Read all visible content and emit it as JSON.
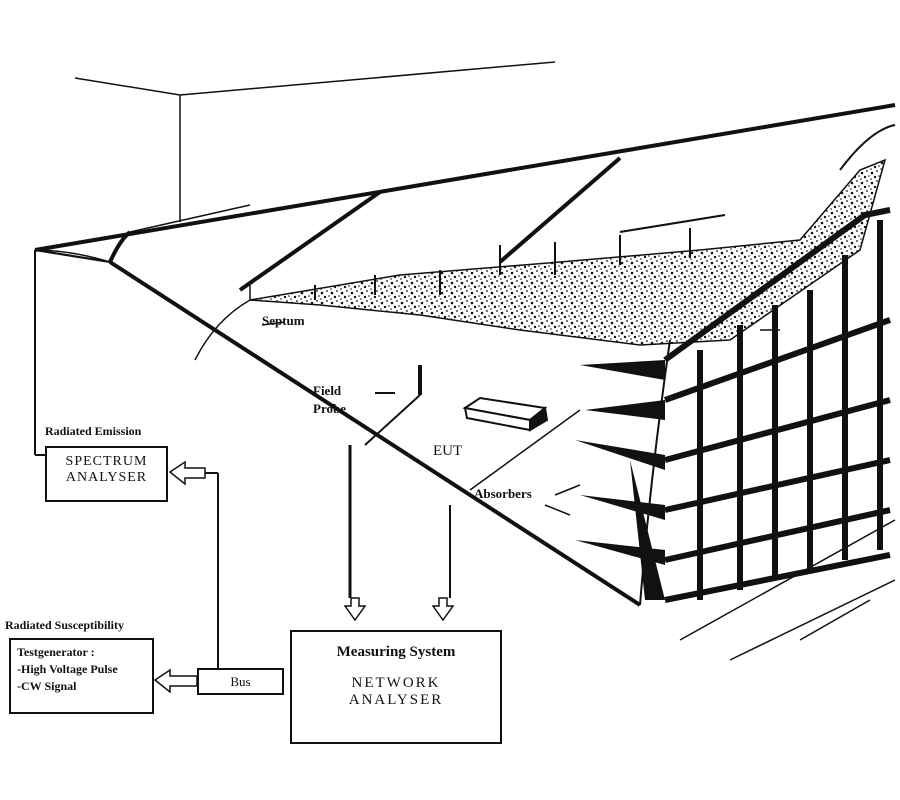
{
  "diagram": {
    "labels": {
      "septum": "Septum",
      "field_probe_1": "Field",
      "field_probe_2": "Probe",
      "eut": "EUT",
      "absorbers": "Absorbers",
      "radiated_emission": "Radiated Emission",
      "radiated_susceptibility": "Radiated Susceptibility"
    },
    "spectrum_analyser": {
      "line1": "SPECTRUM",
      "line2": "ANALYSER"
    },
    "test_generator": {
      "title": "Testgenerator :",
      "item1": "-High Voltage Pulse",
      "item2": "-CW Signal"
    },
    "bus": "Bus",
    "measuring_system": {
      "title": "Measuring System",
      "line1": "NETWORK",
      "line2": "ANALYSER"
    }
  }
}
